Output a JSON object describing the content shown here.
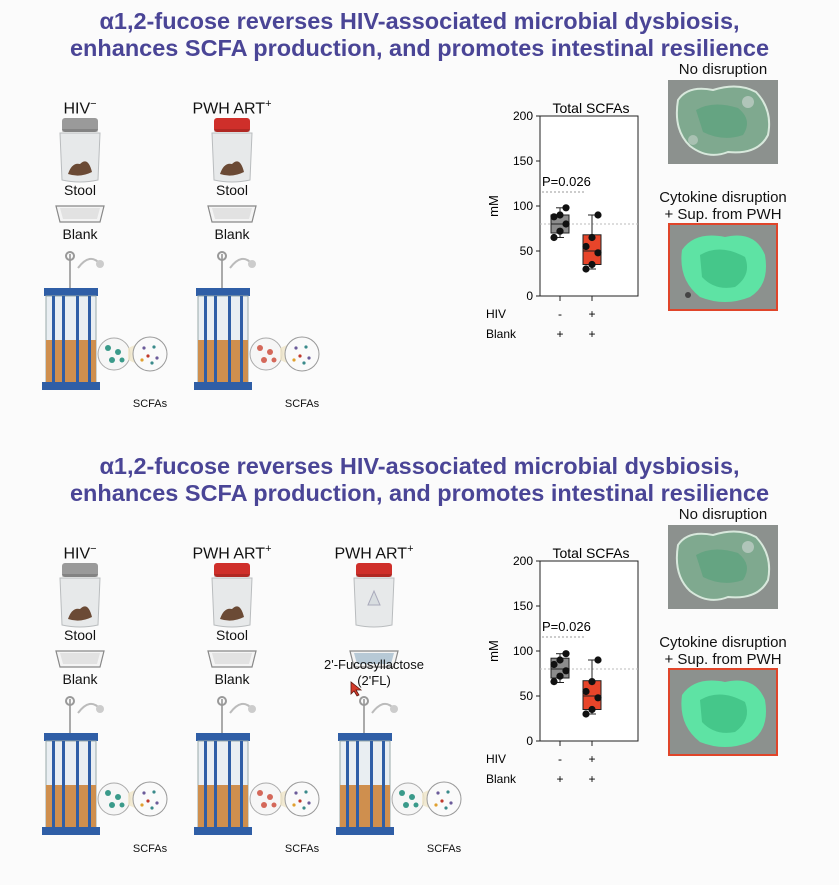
{
  "panels": [
    {
      "title_line1": "α1,2-fucose reverses HIV-associated microbial dysbiosis,",
      "title_line2": "enhances SCFA production, and promotes intestinal resilience",
      "columns": [
        {
          "header": "HIV",
          "sup": "−",
          "stool": "Stool",
          "blank": "Blank",
          "scfa": "SCFAs",
          "lid": "#9a9a9a"
        },
        {
          "header": "PWH ART",
          "sup": "+",
          "stool": "Stool",
          "blank": "Blank",
          "scfa": "SCFAs",
          "lid": "#cf2f2a"
        }
      ],
      "images": {
        "top_label": "No disruption",
        "bottom_label_line1": "Cytokine disruption",
        "bottom_label_line2": "+ Sup. from PWH"
      }
    },
    {
      "title_line1": "α1,2-fucose reverses HIV-associated microbial dysbiosis,",
      "title_line2": "enhances SCFA production, and promotes intestinal resilience",
      "columns": [
        {
          "header": "HIV",
          "sup": "−",
          "stool": "Stool",
          "blank": "Blank",
          "scfa": "SCFAs",
          "lid": "#9a9a9a"
        },
        {
          "header": "PWH ART",
          "sup": "+",
          "stool": "Stool",
          "blank": "Blank",
          "scfa": "SCFAs",
          "lid": "#cf2f2a"
        },
        {
          "header": "PWH ART",
          "sup": "+",
          "stool": "",
          "blank": "2'-Fucosyllactose",
          "blank2": "(2'FL)",
          "scfa": "SCFAs",
          "lid": "#cf2f2a"
        }
      ],
      "images": {
        "top_label": "No disruption",
        "bottom_label_line1": "Cytokine disruption",
        "bottom_label_line2": "+ Sup. from PWH"
      }
    }
  ],
  "chart_data": [
    {
      "type": "box",
      "title": "Total SCFAs",
      "ylabel": "mM",
      "ylim": [
        0,
        200
      ],
      "yticks": [
        0,
        50,
        100,
        150,
        200
      ],
      "reference_line": 80,
      "annotation": "P=0.026",
      "row_labels": [
        "HIV",
        "Blank"
      ],
      "categories": [
        {
          "HIV": "-",
          "Blank": "+",
          "color": "#8c8c8c",
          "q1": 70,
          "median": 80,
          "q3": 90,
          "min": 65,
          "max": 98,
          "points": [
            65,
            72,
            80,
            88,
            90,
            98
          ]
        },
        {
          "HIV": "+",
          "Blank": "+",
          "color": "#e8452a",
          "q1": 35,
          "median": 50,
          "q3": 68,
          "min": 30,
          "max": 90,
          "points": [
            30,
            35,
            48,
            55,
            65,
            90
          ]
        }
      ]
    },
    {
      "type": "box",
      "title": "Total SCFAs",
      "ylabel": "mM",
      "ylim": [
        0,
        200
      ],
      "yticks": [
        0,
        50,
        100,
        150,
        200
      ],
      "reference_line": 80,
      "annotation": "P=0.026",
      "row_labels": [
        "HIV",
        "Blank"
      ],
      "categories": [
        {
          "HIV": "-",
          "Blank": "+",
          "color": "#8c8c8c",
          "q1": 70,
          "median": 80,
          "q3": 92,
          "min": 65,
          "max": 97,
          "points": [
            66,
            72,
            78,
            85,
            90,
            97
          ]
        },
        {
          "HIV": "+",
          "Blank": "+",
          "color": "#e8452a",
          "q1": 35,
          "median": 50,
          "q3": 67,
          "min": 30,
          "max": 90,
          "points": [
            30,
            35,
            48,
            55,
            66,
            90
          ]
        }
      ]
    }
  ]
}
